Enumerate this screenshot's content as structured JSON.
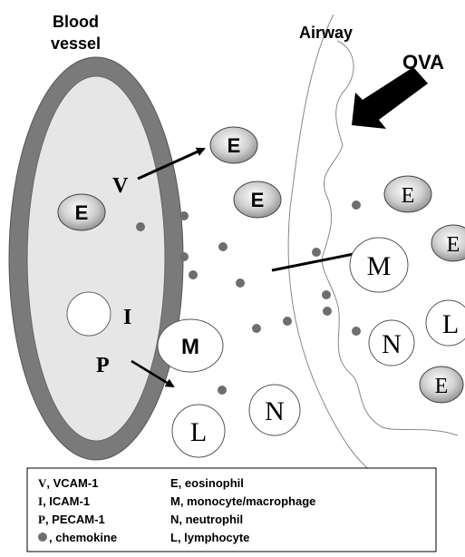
{
  "labels": {
    "blood_line1": "Blood",
    "blood_line2": "vessel",
    "airway": "Airway",
    "ova": "OVA",
    "v": "V",
    "i": "I",
    "p": "P"
  },
  "cells": {
    "e_in_vessel": "E",
    "e_near_v": "E",
    "e_center": "E",
    "m_center": "M",
    "n_bottom": "N",
    "l_bottom": "L",
    "e_airway_top": "E",
    "e_airway_edge_right": "E",
    "m_airway": "M",
    "l_airway": "L",
    "n_airway": "N",
    "e_airway_bottom": "E"
  },
  "legend": {
    "left": [
      {
        "key": "V",
        "text": ", VCAM-1"
      },
      {
        "key": "I",
        "text": ", ICAM-1"
      },
      {
        "key": "P",
        "text": ", PECAM-1"
      },
      {
        "key": "dot",
        "text": ", chemokine"
      }
    ],
    "right": [
      "E, eosinophil",
      "M, monocyte/macrophage",
      "N, neutrophil",
      "L, lymphocyte"
    ]
  },
  "colors": {
    "vessel_wall": "#7a7a7a",
    "vessel_lumen": "#e6e6e6",
    "chemokine": "#6e6e6e",
    "eosinophil_fill": "#bdbdbd"
  }
}
